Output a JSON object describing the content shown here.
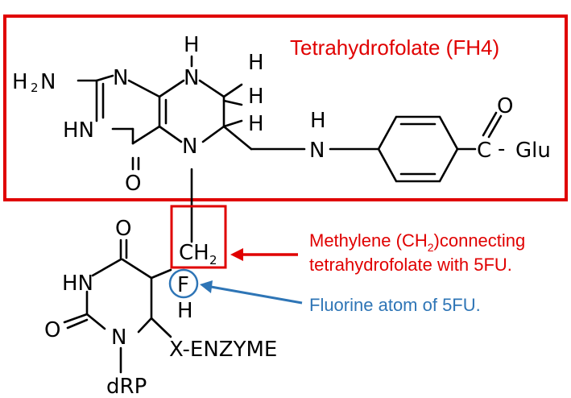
{
  "fh4_box": {
    "label": "Tetrahydrofolate (FH4)",
    "color": "#e00000"
  },
  "pteridine": {
    "nh2": "H",
    "nh2_sub": "2",
    "nh2_n": "N",
    "n1": "N",
    "hn3": "HN",
    "o4": "O",
    "n5": "N",
    "n8": "N",
    "h8": "H",
    "h7a": "H",
    "h7b": "H",
    "h6": "H"
  },
  "pabg": {
    "nh_h": "H",
    "nh_n": "N",
    "o": "O",
    "c": "C",
    "dash": "-",
    "glu": "Glu"
  },
  "bridge": {
    "ch": "CH",
    "sub": "2"
  },
  "uracil": {
    "o4": "O",
    "hn": "HN",
    "o2": "O",
    "n1": "N",
    "f": "F",
    "h": "H",
    "enzyme": "X-ENZYME",
    "drp": "dRP"
  },
  "annotations": {
    "methylene_line1_a": "Methylene (CH",
    "methylene_line1_sub": "2",
    "methylene_line1_b": ")connecting",
    "methylene_line2": "tetrahydrofolate with 5FU.",
    "fluorine": "Fluorine atom of 5FU.",
    "red": "#e00000",
    "blue": "#2e75b6"
  }
}
